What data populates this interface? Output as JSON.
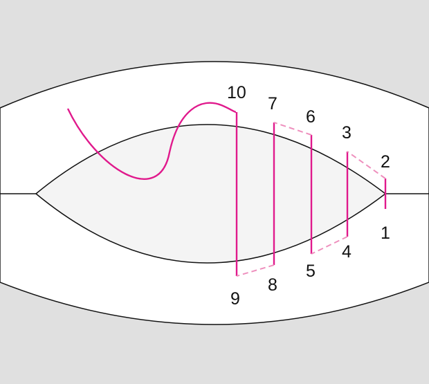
{
  "colors": {
    "background": "#e0e0e0",
    "band": "#ffffff",
    "eye": "#f4f4f4",
    "outline": "#111111",
    "stitch": "#e0198c",
    "stitch_hidden": "#ee8fbd"
  },
  "stitch_labels": {
    "n1": "1",
    "n2": "2",
    "n3": "3",
    "n4": "4",
    "n5": "5",
    "n6": "6",
    "n7": "7",
    "n8": "8",
    "n9": "9",
    "n10": "10"
  }
}
